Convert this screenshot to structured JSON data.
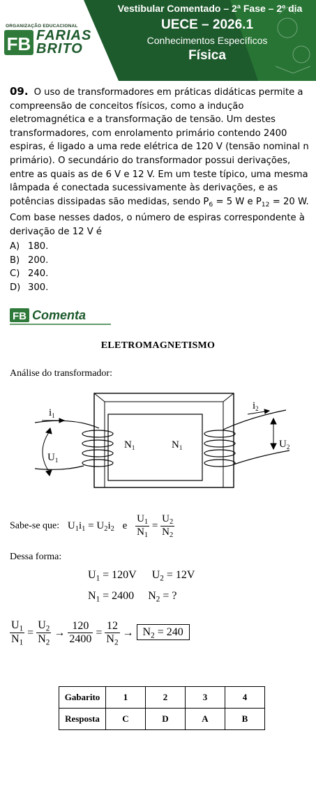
{
  "header": {
    "line1": "Vestibular Comentado – 2ª Fase – 2º dia",
    "line2": "UECE – 2026.1",
    "line3": "Conhecimentos Específicos",
    "line4": "Física",
    "org_label": "ORGANIZAÇÃO EDUCACIONAL",
    "logo_word1": "FARIAS",
    "logo_word2": "BRITO",
    "logo_mark": "FB",
    "colors": {
      "dark_green": "#1d5a2c",
      "light_green": "#2f8a3c",
      "white": "#ffffff"
    }
  },
  "question": {
    "number": "09.",
    "text_before_p6": "O uso de transformadores em práticas didáticas permite a compreensão de conceitos físicos, como a indução eletromagnética e a transformação de tensão. Um destes transformadores, com enrolamento primário contendo 2400 espiras, é ligado a uma rede elétrica de 120 V (tensão nominal n primário). O secundário do transformador possui derivações, entre as quais as de 6 V e 12 V. Em um teste típico, uma mesma lâmpada é conectada sucessivamente às derivações, e as potências dissipadas são medidas, sendo P",
    "p6_sub": "6",
    "p6_value": " = 5 W e P",
    "p12_sub": "12",
    "text_after": " = 20 W. Com base nesses dados, o número de espiras correspondente à derivação de 12 V é",
    "options": [
      {
        "letter": "A)",
        "value": "180."
      },
      {
        "letter": "B)",
        "value": "200."
      },
      {
        "letter": "C)",
        "value": "240."
      },
      {
        "letter": "D)",
        "value": "300."
      }
    ]
  },
  "comenta": {
    "mark": "FB",
    "label": "Comenta"
  },
  "solution": {
    "section_title": "ELETROMAGNETISMO",
    "analysis_label": "Análise do transformador:",
    "diagram_labels": {
      "i1": "i",
      "i1_sub": "1",
      "i2": "i",
      "i2_sub": "2",
      "u1": "U",
      "u1_sub": "1",
      "u2": "U",
      "u2_sub": "2",
      "n1a": "N",
      "n1a_sub": "1",
      "n1b": "N",
      "n1b_sub": "1"
    },
    "sabe_label": "Sabe-se que:",
    "e_label": "e",
    "dessa_label": "Dessa forma:",
    "given": {
      "u1": "= 120V",
      "u2": "= 12V",
      "n1": "= 2400",
      "n2": "= ?"
    },
    "fraction_120": "120",
    "fraction_2400": "2400",
    "fraction_12": "12",
    "result": "= 240"
  },
  "answer_table": {
    "row1_header": "Gabarito",
    "row2_header": "Resposta",
    "numbers": [
      "1",
      "2",
      "3",
      "4"
    ],
    "answers": [
      "C",
      "D",
      "A",
      "B"
    ]
  }
}
